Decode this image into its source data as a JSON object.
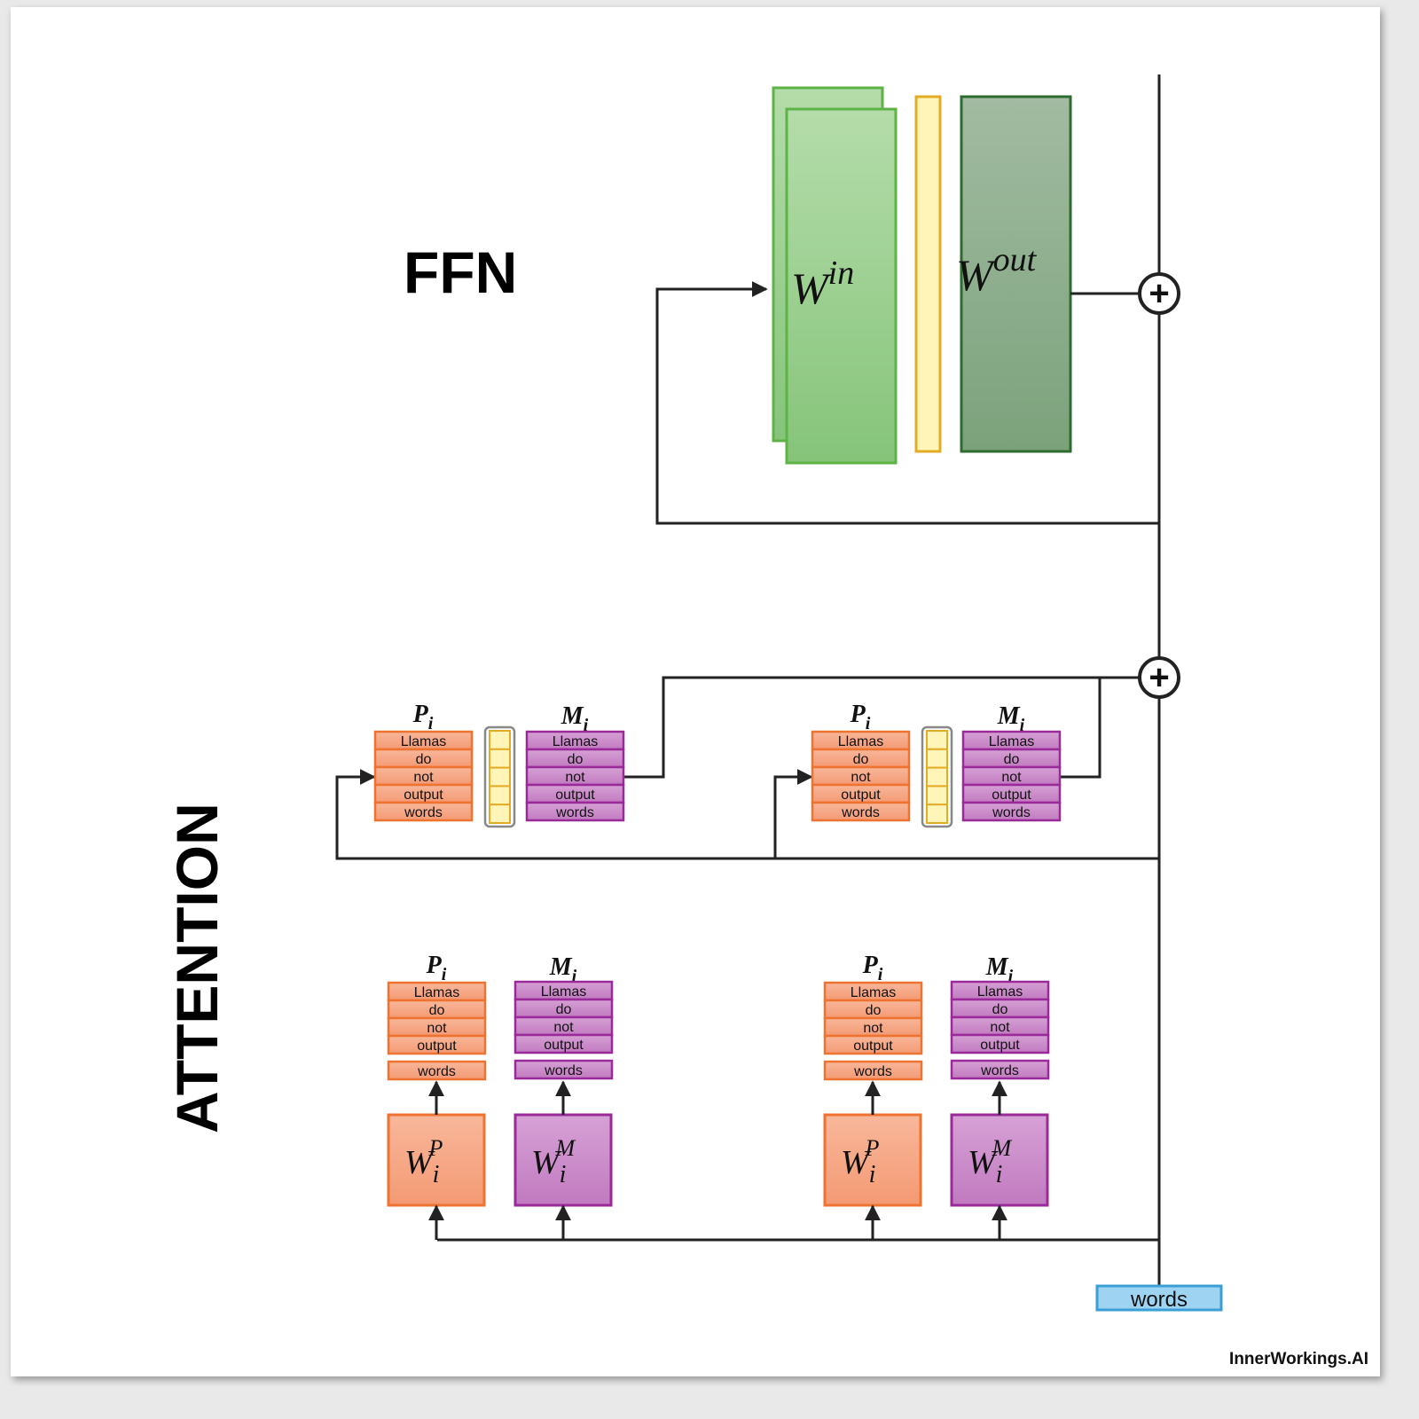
{
  "sections": {
    "ffn": "FFN",
    "attention": "ATTENTION"
  },
  "ffn": {
    "w_in": {
      "base": "W",
      "sup": "in"
    },
    "w_out": {
      "base": "W",
      "sup": "out"
    }
  },
  "attention": {
    "p_label": {
      "base": "P",
      "sub": "i"
    },
    "m_label": {
      "base": "M",
      "sub": "i"
    },
    "tokens": [
      "Llamas",
      "do",
      "not",
      "output",
      "words"
    ],
    "w_p": {
      "base": "W",
      "sub": "i",
      "sup": "P"
    },
    "w_m": {
      "base": "W",
      "sub": "i",
      "sup": "M"
    }
  },
  "input_token": "words",
  "plus_symbol": "+",
  "watermark": "InnerWorkings.AI",
  "colors": {
    "p_fill": "#f6a784",
    "p_stroke": "#ee7230",
    "m_fill": "#c984c8",
    "m_stroke": "#9a2a9a",
    "green_fill": "#a3d595",
    "green_stroke": "#5eb347",
    "dark_green_fill": "#8fae8f",
    "dark_green_stroke": "#2e6b2e",
    "yellow_fill": "#fff5b8",
    "yellow_stroke": "#e3ac27",
    "input_fill": "#9fd3f2",
    "input_stroke": "#3b9ed6"
  }
}
